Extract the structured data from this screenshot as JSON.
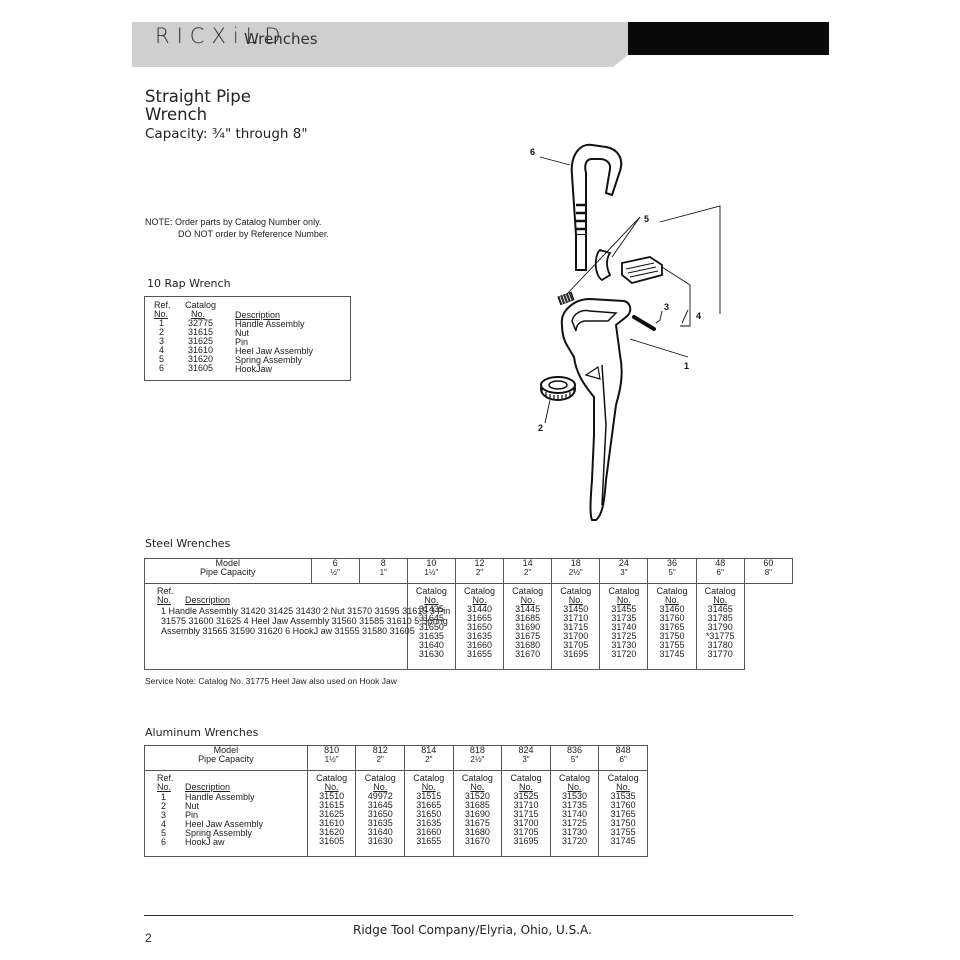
{
  "header": {
    "brand": "RICXiLD",
    "section": "Wrenches"
  },
  "title": {
    "line1": "Straight Pipe",
    "line2": "Wrench",
    "capacity": "Capacity: ¾\" through 8\""
  },
  "note": {
    "line1": "NOTE: Order parts by Catalog Number only.",
    "line2": "DO NOT order by Reference Number."
  },
  "rap": {
    "heading": "10 Rap Wrench",
    "col_ref": [
      "Ref.",
      "No."
    ],
    "col_catalog": [
      "Catalog",
      "No."
    ],
    "col_desc": "Description",
    "rows": [
      {
        "ref": "1",
        "cat": "32775",
        "desc": "Handle Assembly"
      },
      {
        "ref": "2",
        "cat": "31615",
        "desc": "Nut"
      },
      {
        "ref": "3",
        "cat": "31625",
        "desc": "Pin"
      },
      {
        "ref": "4",
        "cat": "31610",
        "desc": "Heel Jaw Assembly"
      },
      {
        "ref": "5",
        "cat": "31620",
        "desc": "Spring Assembly"
      },
      {
        "ref": "6",
        "cat": "31605",
        "desc": "HookJaw"
      }
    ]
  },
  "steel": {
    "heading": "Steel Wrenches",
    "model_label": "Model",
    "capacity_label": "Pipe Capacity",
    "ref_label": [
      "Ref.",
      "No."
    ],
    "desc_label": "Description",
    "catalog_label": [
      "Catalog",
      "No."
    ],
    "models": [
      "6",
      "8",
      "10",
      "12",
      "14",
      "18",
      "24",
      "36",
      "48",
      "60"
    ],
    "capacities": [
      "½\"",
      "1\"",
      "1½\"",
      "2\"",
      "2\"",
      "2½\"",
      "3\"",
      "5\"",
      "6\"",
      "8\""
    ],
    "flattened_text": "1 Handle Assembly 31420 31425 31430 2 Nut 31570 31595 31615 3 Pin 31575 31600 31625 4 Heel Jaw Assembly 31560 31585 31610 5 Spring Assembly 31565 31590 31620 6 HookJ aw 31555 31580 31605",
    "columns": [
      [
        "31435",
        "31645",
        "31650",
        "31635",
        "31640",
        "31630"
      ],
      [
        "31440",
        "31665",
        "31650",
        "31635",
        "31660",
        "31655"
      ],
      [
        "31445",
        "31685",
        "31690",
        "31675",
        "31680",
        "31670"
      ],
      [
        "31450",
        "31710",
        "31715",
        "31700",
        "31705",
        "31695"
      ],
      [
        "31455",
        "31735",
        "31740",
        "31725",
        "31730",
        "31720"
      ],
      [
        "31460",
        "31760",
        "31765",
        "31750",
        "31755",
        "31745"
      ],
      [
        "31465",
        "31785",
        "31790",
        "*31775",
        "31780",
        "31770"
      ]
    ],
    "service_note": "Service Note: Catalog No. 31775 Heel Jaw also used on Hook Jaw"
  },
  "aluminum": {
    "heading": "Aluminum Wrenches",
    "model_label": "Model",
    "capacity_label": "Pipe Capacity",
    "ref_label": [
      "Ref.",
      "No."
    ],
    "desc_label": "Description",
    "catalog_label": [
      "Catalog",
      "No."
    ],
    "refs": [
      "1",
      "2",
      "3",
      "4",
      "5",
      "6"
    ],
    "descriptions": [
      "Handle Assembly",
      "Nut",
      "Pin",
      "Heel Jaw Assembly",
      "Spring Assembly",
      "HookJ aw"
    ],
    "models": [
      "810",
      "812",
      "814",
      "818",
      "824",
      "836",
      "848"
    ],
    "capacities": [
      "1½\"",
      "2\"",
      "2\"",
      "2½\"",
      "3\"",
      "5\"",
      "6\""
    ],
    "columns": [
      [
        "31510",
        "31615",
        "31625",
        "31610",
        "31620",
        "31605"
      ],
      [
        "49972",
        "31645",
        "31650",
        "31635",
        "31640",
        "31630"
      ],
      [
        "31515",
        "31665",
        "31650",
        "31635",
        "31660",
        "31655"
      ],
      [
        "31520",
        "31685",
        "31690",
        "31675",
        "31680",
        "31670"
      ],
      [
        "31525",
        "31710",
        "31715",
        "31700",
        "31705",
        "31695"
      ],
      [
        "31530",
        "31735",
        "31740",
        "31725",
        "31730",
        "31720"
      ],
      [
        "31535",
        "31760",
        "31765",
        "31750",
        "31755",
        "31745"
      ]
    ]
  },
  "drawing_callouts": [
    "6",
    "5",
    "3",
    "4",
    "1",
    "2"
  ],
  "footer": {
    "company": "Ridge Tool Company/Elyria, Ohio, U.S.A.",
    "page_number": "2"
  }
}
